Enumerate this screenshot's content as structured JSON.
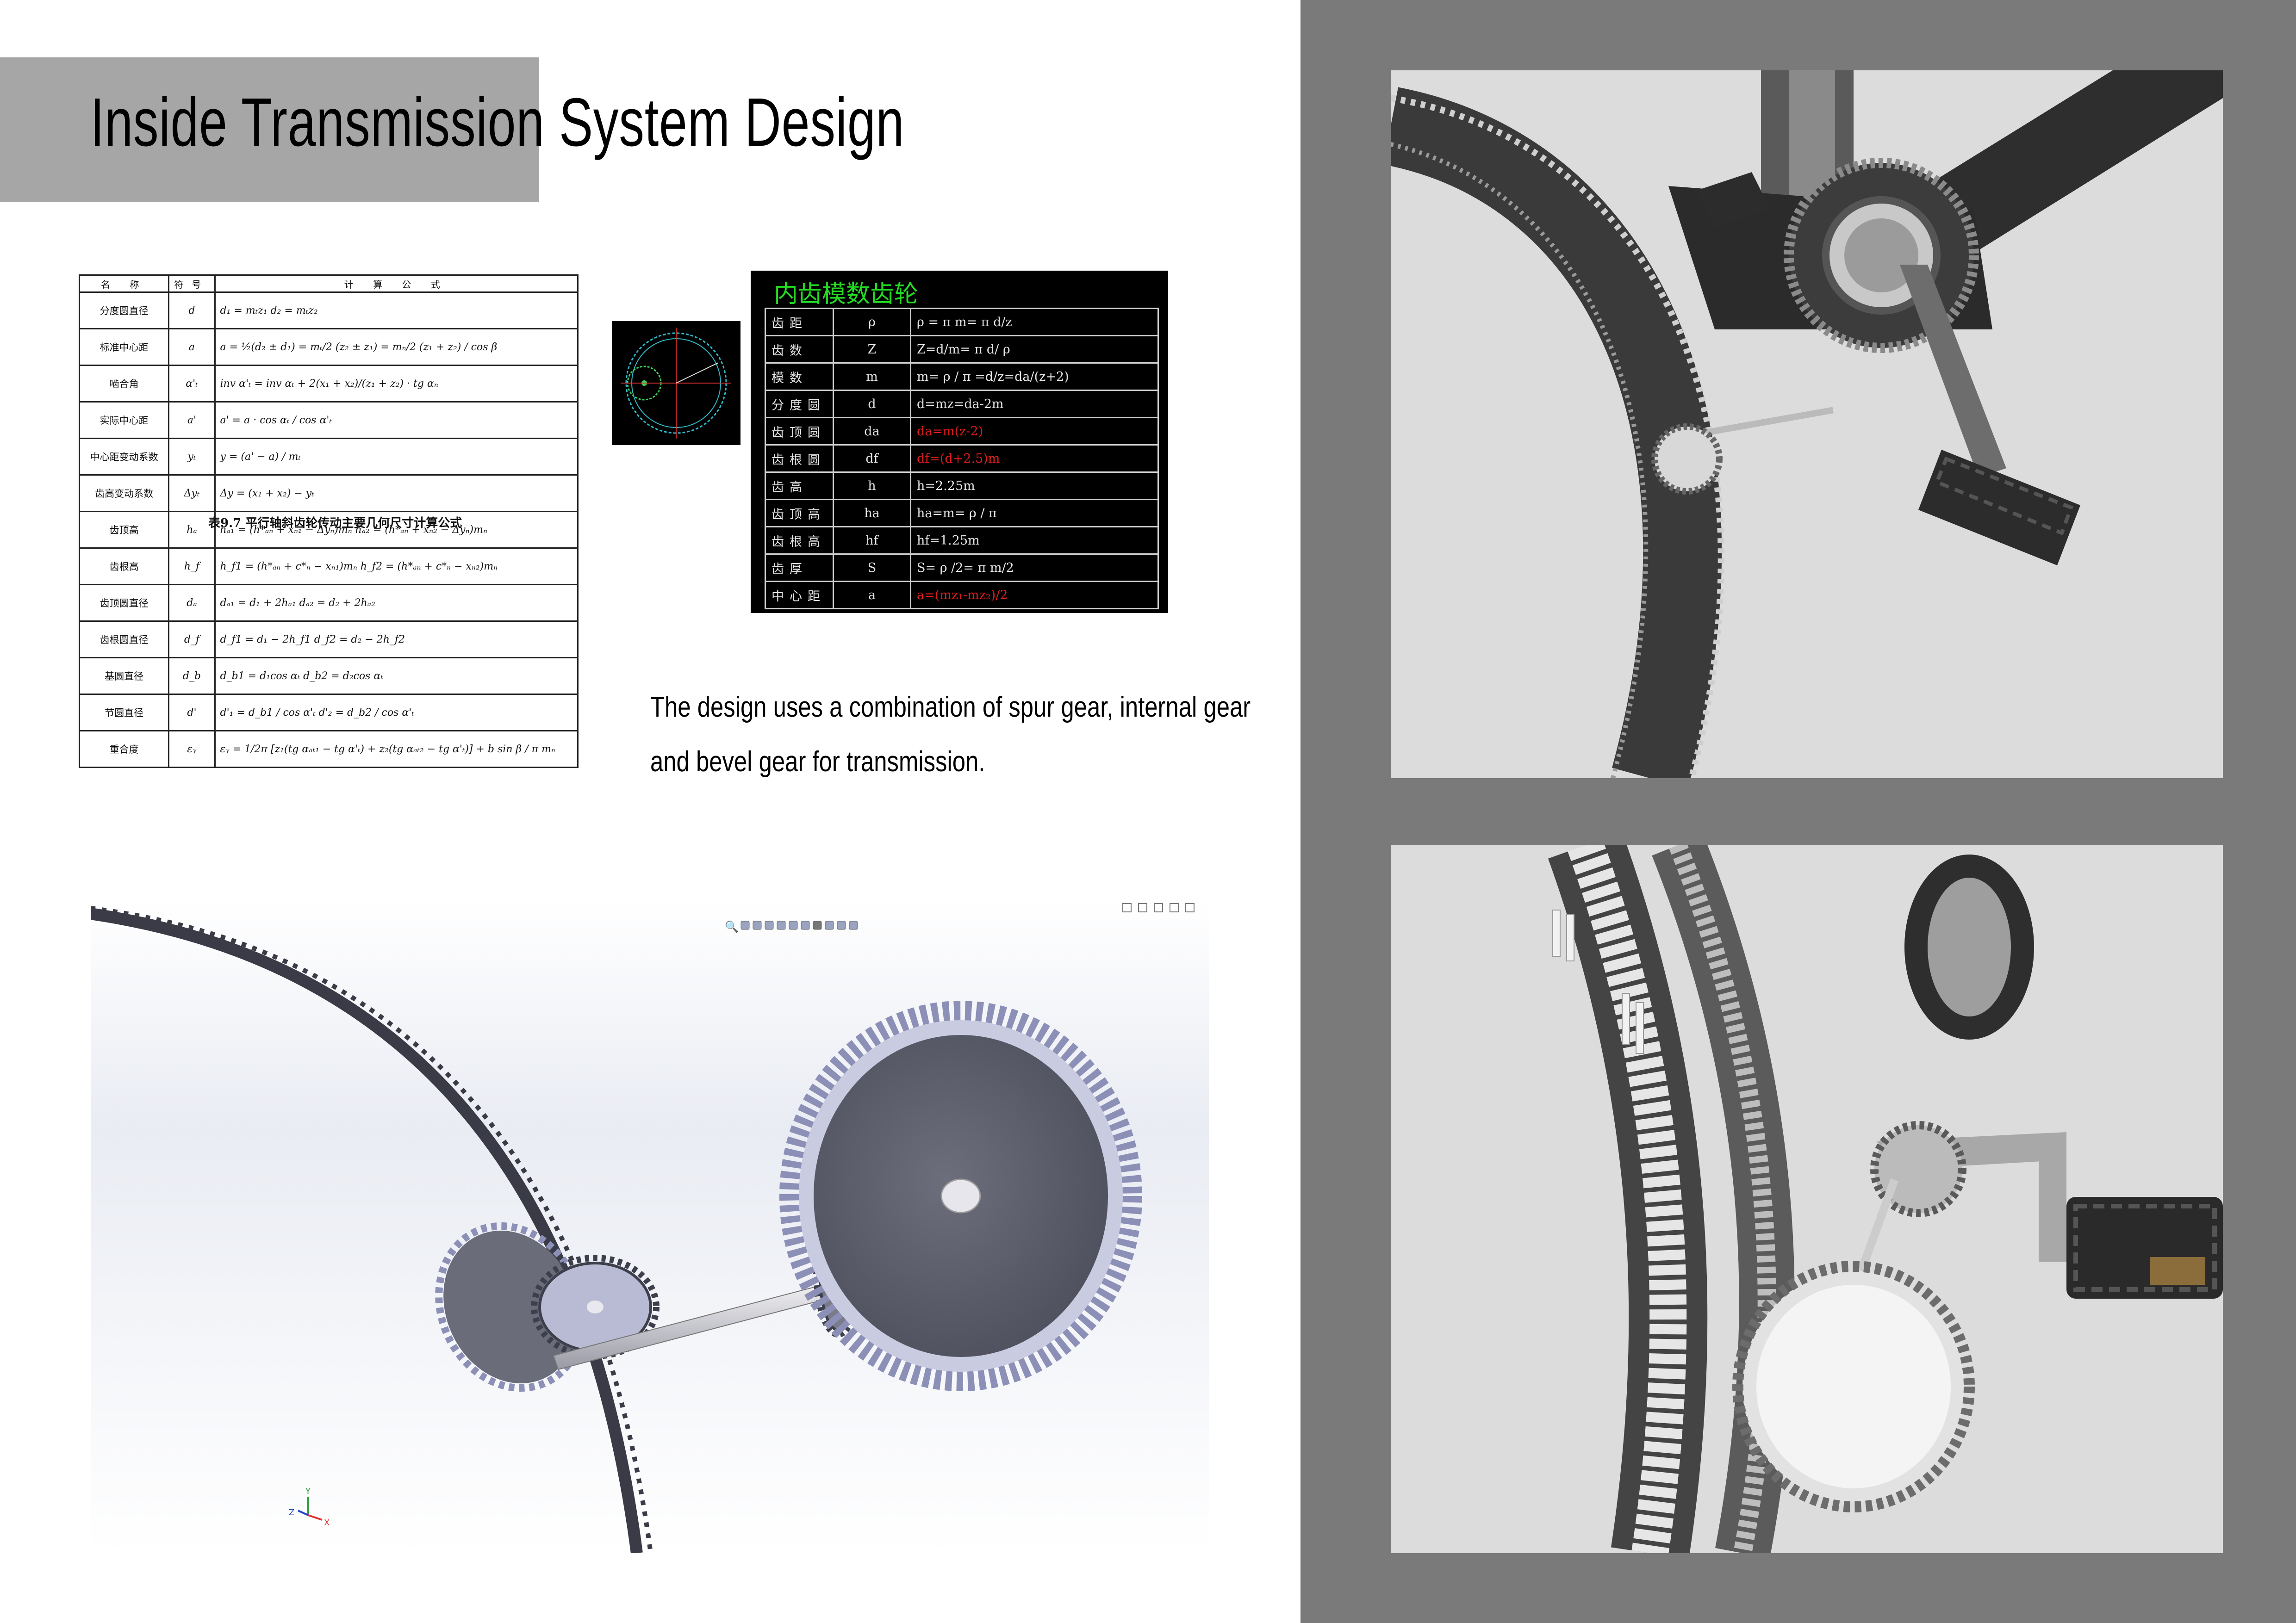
{
  "page": {
    "title": "Inside Transmission System Design",
    "description_lines": [
      "The design uses a combination of spur gear, internal gear",
      "and bevel gear for transmission."
    ]
  },
  "formula_table": {
    "caption": "表9.7 平行轴斜齿轮传动主要几何尺寸计算公式",
    "header": [
      "名 称",
      "符号",
      "计 算 公 式"
    ],
    "rows": [
      [
        "分度圆直径",
        "d",
        "d₁ = mₜz₁        d₂ = mₜz₂"
      ],
      [
        "标准中心距",
        "a",
        "a = ½(d₂ ± d₁) = mₜ/2 (z₂ ± z₁) = mₙ/2 (z₁ + z₂) / cos β"
      ],
      [
        "啮合角",
        "α'ₜ",
        "inv α'ₜ = inv αₜ + 2(x₁ + x₂)/(z₁ + z₂) · tg αₙ"
      ],
      [
        "实际中心距",
        "a'",
        "a' = a · cos αₜ / cos α'ₜ"
      ],
      [
        "中心距变动系数",
        "yₜ",
        "y = (a' − a) / mₜ"
      ],
      [
        "齿高变动系数",
        "Δyₜ",
        "Δy = (x₁ + x₂) − yₜ"
      ],
      [
        "齿顶高",
        "hₐ",
        "hₐ₁ = (h*ₐₙ + xₙ₁ − Δyₙ)mₙ    hₐ₂ = (h*ₐₙ + xₙ₂ − Δyₙ)mₙ"
      ],
      [
        "齿根高",
        "h_f",
        "h_f1 = (h*ₐₙ + c*ₙ − xₙ₁)mₙ    h_f2 = (h*ₐₙ + c*ₙ − xₙ₂)mₙ"
      ],
      [
        "齿顶圆直径",
        "dₐ",
        "dₐ₁ = d₁ + 2hₐ₁              dₐ₂ = d₂ + 2hₐ₂"
      ],
      [
        "齿根圆直径",
        "d_f",
        "d_f1 = d₁ − 2h_f1           d_f2 = d₂ − 2h_f2"
      ],
      [
        "基圆直径",
        "d_b",
        "d_b1 = d₁cos αₜ              d_b2 = d₂cos αₜ"
      ],
      [
        "节圆直径",
        "d'",
        "d'₁ = d_b1 / cos α'ₜ          d'₂ = d_b2 / cos α'ₜ"
      ],
      [
        "重合度",
        "εᵧ",
        "εᵧ = 1/2π [z₁(tg αₐₜ₁ − tg α'ₜ) + z₂(tg αₐₜ₂ − tg α'ₜ)] + b sin β / π mₙ"
      ]
    ]
  },
  "internal_gear": {
    "title": "内齿模数齿轮",
    "rows": [
      {
        "name": "齿距",
        "symbol": "ρ",
        "formula": "ρ = π m= π d/z",
        "highlight": false
      },
      {
        "name": "齿数",
        "symbol": "Z",
        "formula": "Z=d/m= π d/ ρ",
        "highlight": false
      },
      {
        "name": "模数",
        "symbol": "m",
        "formula": "m= ρ / π =d/z=da/(z+2)",
        "highlight": false
      },
      {
        "name": "分度圆",
        "symbol": "d",
        "formula": "d=mz=da-2m",
        "highlight": false
      },
      {
        "name": "齿顶圆",
        "symbol": "da",
        "formula": "da=m(z-2)",
        "highlight": true
      },
      {
        "name": "齿根圆",
        "symbol": "df",
        "formula": "df=(d+2.5)m",
        "highlight": true
      },
      {
        "name": "齿高",
        "symbol": "h",
        "formula": "h=2.25m",
        "highlight": false
      },
      {
        "name": "齿顶高",
        "symbol": "ha",
        "formula": "ha=m= ρ / π",
        "highlight": false
      },
      {
        "name": "齿根高",
        "symbol": "hf",
        "formula": "hf=1.25m",
        "highlight": false
      },
      {
        "name": "齿厚",
        "symbol": "S",
        "formula": "S= ρ /2= π m/2",
        "highlight": false
      },
      {
        "name": "中心距",
        "symbol": "a",
        "formula": "a=(mz₁-mz₂)/2",
        "highlight": true
      }
    ]
  },
  "cad": {
    "window_controls": [
      "restore-icon",
      "tile-icon",
      "minimize-icon",
      "maximize-icon",
      "close-icon"
    ],
    "toolbar_icons": [
      "zoom-fit-icon",
      "zoom-area-icon",
      "previous-view-icon",
      "section-view-icon",
      "view-orientation-icon",
      "display-style-icon",
      "hide-show-icon",
      "appearance-icon",
      "scene-icon",
      "view-settings-icon"
    ],
    "triad_labels": [
      "Y",
      "Z",
      "X"
    ]
  },
  "colors": {
    "title_band": "#a6a6a6",
    "right_panel": "#7a7a7a",
    "render_bg": "#d9d9d9",
    "internal_gear_title": "#22dd22",
    "formula_highlight": "#e21d1d",
    "gear_blue": "#8c8fb6"
  }
}
